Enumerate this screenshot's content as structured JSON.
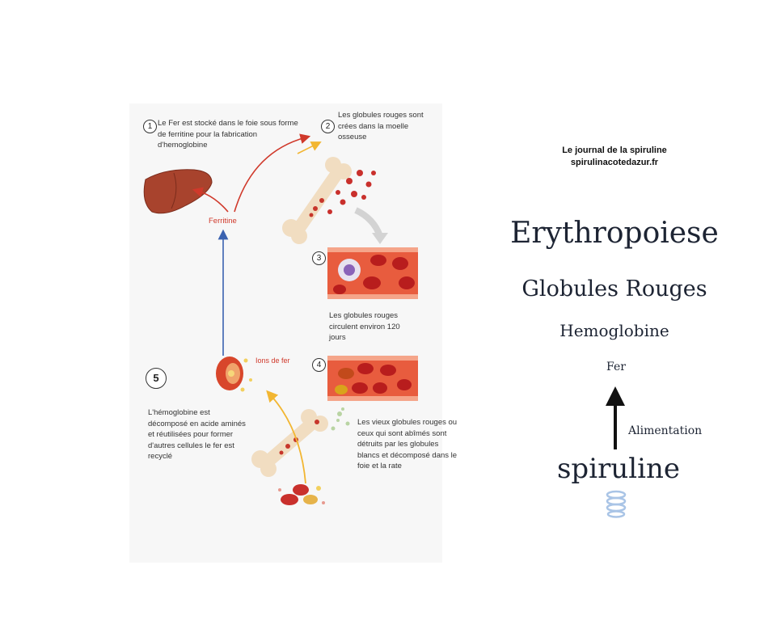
{
  "diagram": {
    "steps": [
      {
        "number": "1",
        "text": "Le Fer est stocké dans le foie sous forme de ferritine pour la fabrication d'hemoglobine"
      },
      {
        "number": "2",
        "text": "Les globules rouges sont crées dans la moelle osseuse"
      },
      {
        "number": "3",
        "text": "Les globules rouges circulent environ 120 jours"
      },
      {
        "number": "4",
        "text": "Les vieux globules rouges ou ceux qui sont abîmés sont détruits par les globules blancs et décomposé dans le foie et la rate"
      },
      {
        "number": "5",
        "text": "L'hémoglobine est décomposé en acide aminés et réutilisées pour former d'autres cellules le fer est recyclé"
      }
    ],
    "labels": {
      "ferritine": "Ferritine",
      "ions_fer": "Ions de fer"
    }
  },
  "journal": {
    "name": "Le journal de la spiruline",
    "site": "spirulinacotedazur.fr"
  },
  "headings": {
    "erythropoiese": "Erythropoiese",
    "globules_rouges": "Globules Rouges",
    "hemoglobine": "Hemoglobine",
    "fer": "Fer",
    "alimentation": "Alimentation",
    "spiruline": "spiruline"
  },
  "colors": {
    "red_arrow": "#d0392b",
    "blue_arrow": "#3a62b0",
    "yellow_arrow": "#f2b632",
    "heading": "#1d2433",
    "spiral": "#a9c4e6"
  }
}
